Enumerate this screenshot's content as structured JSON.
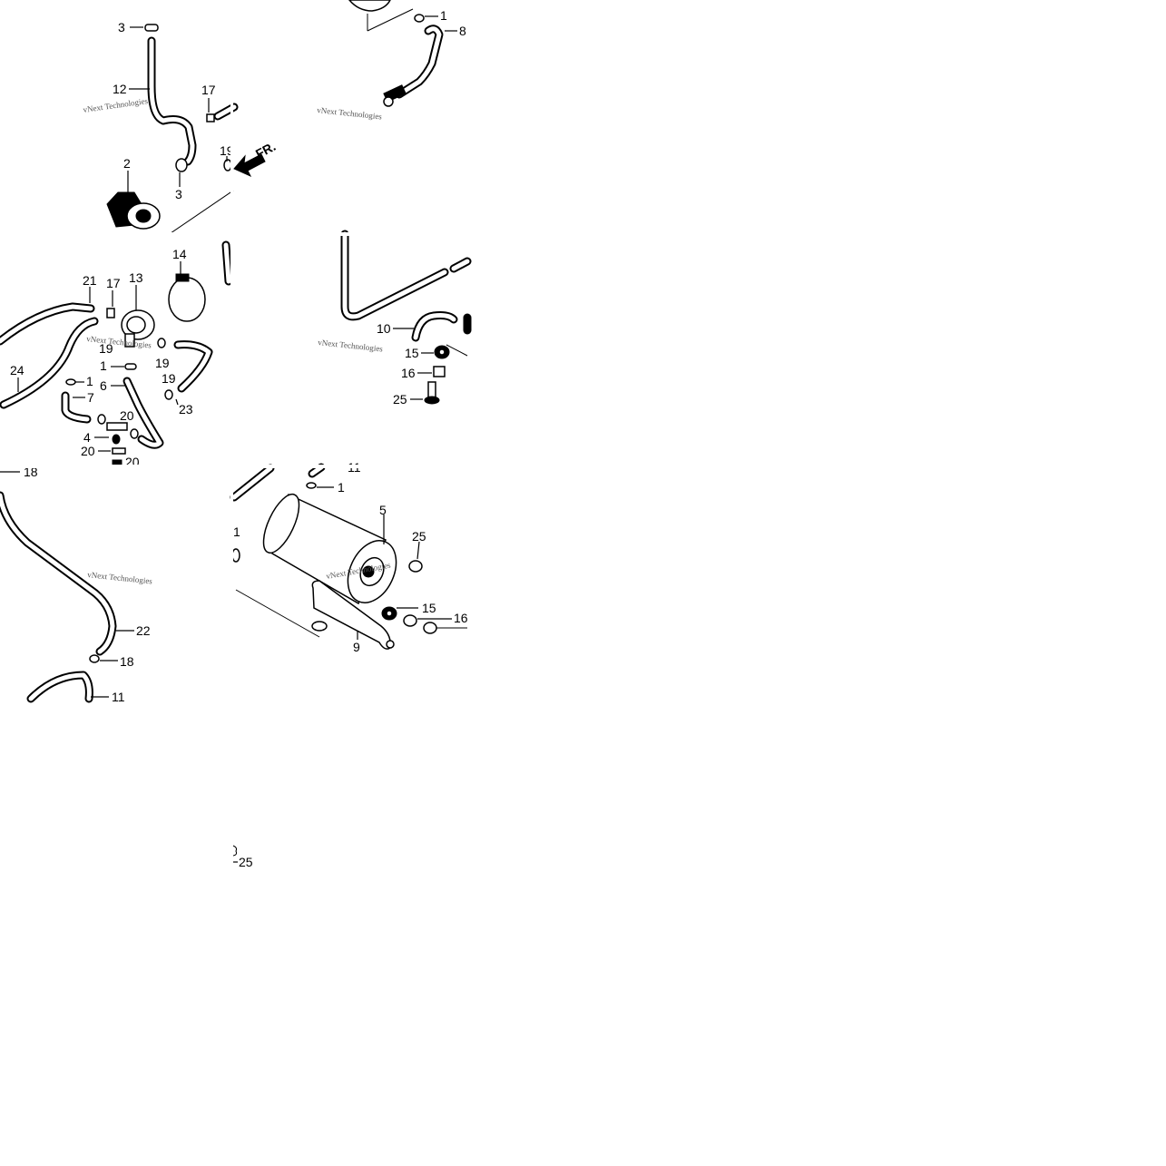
{
  "watermark": "vNext Technologies",
  "direction_label": "FR.",
  "callouts": [
    {
      "id": "c1",
      "text": "3"
    },
    {
      "id": "c2",
      "text": "12"
    },
    {
      "id": "c3",
      "text": "17"
    },
    {
      "id": "c4",
      "text": "19"
    },
    {
      "id": "c5",
      "text": "2"
    },
    {
      "id": "c6",
      "text": "3"
    },
    {
      "id": "c7",
      "text": "1"
    },
    {
      "id": "c8",
      "text": "8"
    },
    {
      "id": "c9",
      "text": "14"
    },
    {
      "id": "c10",
      "text": "21"
    },
    {
      "id": "c11",
      "text": "17"
    },
    {
      "id": "c12",
      "text": "13"
    },
    {
      "id": "c13",
      "text": "19"
    },
    {
      "id": "c14",
      "text": "19"
    },
    {
      "id": "c15",
      "text": "24"
    },
    {
      "id": "c16",
      "text": "1"
    },
    {
      "id": "c17",
      "text": "1"
    },
    {
      "id": "c18",
      "text": "6"
    },
    {
      "id": "c19",
      "text": "19"
    },
    {
      "id": "c20",
      "text": "7"
    },
    {
      "id": "c21",
      "text": "23"
    },
    {
      "id": "c22",
      "text": "20"
    },
    {
      "id": "c23",
      "text": "4"
    },
    {
      "id": "c24",
      "text": "20"
    },
    {
      "id": "c25",
      "text": "20"
    },
    {
      "id": "c26",
      "text": "10"
    },
    {
      "id": "c27",
      "text": "15"
    },
    {
      "id": "c28",
      "text": "16"
    },
    {
      "id": "c29",
      "text": "25"
    },
    {
      "id": "c30",
      "text": "18"
    },
    {
      "id": "c31",
      "text": "22"
    },
    {
      "id": "c32",
      "text": "18"
    },
    {
      "id": "c33",
      "text": "11"
    },
    {
      "id": "c34",
      "text": "1"
    },
    {
      "id": "c35",
      "text": "5"
    },
    {
      "id": "c36",
      "text": "25"
    },
    {
      "id": "c37",
      "text": "1"
    },
    {
      "id": "c38",
      "text": "15"
    },
    {
      "id": "c39",
      "text": "16"
    },
    {
      "id": "c40",
      "text": "9"
    },
    {
      "id": "c41",
      "text": "25"
    }
  ]
}
